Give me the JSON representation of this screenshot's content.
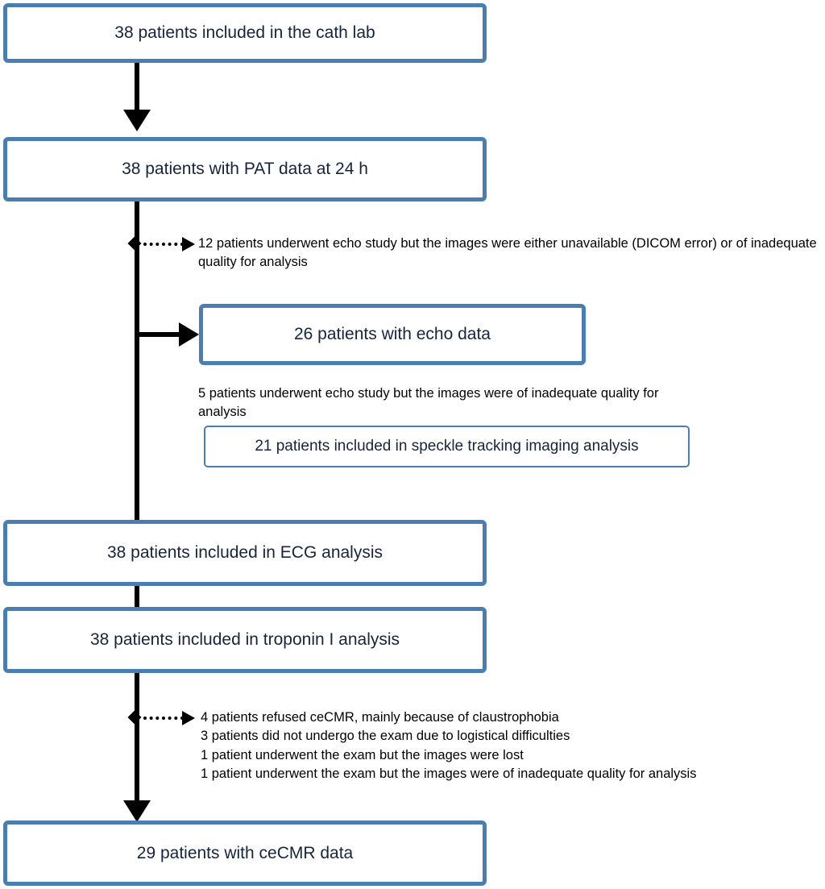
{
  "diagram": {
    "type": "flowchart",
    "title": "Patient enrollment and analysis flow",
    "colors": {
      "box_border": "#4a7db0",
      "box_fill": "#ffffff",
      "box_text": "#16243d",
      "annotation_text": "#000000",
      "connector": "#000000"
    },
    "nodes": [
      {
        "id": "cath-lab",
        "label": "38 patients included in the cath lab"
      },
      {
        "id": "pat-data",
        "label": "38 patients with PAT data at 24 h"
      },
      {
        "id": "echo-data",
        "label": "26 patients with echo data"
      },
      {
        "id": "speckle",
        "label": "21 patients included in speckle tracking imaging analysis"
      },
      {
        "id": "ecg-analysis",
        "label": "38 patients included in ECG analysis"
      },
      {
        "id": "troponin",
        "label": "38 patients included in troponin I analysis"
      },
      {
        "id": "cecmr-data",
        "label": "29 patients with ceCMR data"
      }
    ],
    "annotations": [
      {
        "id": "echo-exclusion",
        "text": "12 patients underwent echo study but the images were either unavailable (DICOM error) or of inadequate quality for analysis"
      },
      {
        "id": "speckle-exclusion",
        "text": "5 patients underwent echo study but the images were of inadequate quality for analysis"
      },
      {
        "id": "cecmr-exclusion",
        "text": "4 patients refused ceCMR, mainly because of claustrophobia\n3 patients did not undergo the exam due to logistical difficulties\n1 patient underwent the exam but the images were lost\n1 patient underwent the exam but the images were of inadequate quality for analysis"
      }
    ]
  }
}
